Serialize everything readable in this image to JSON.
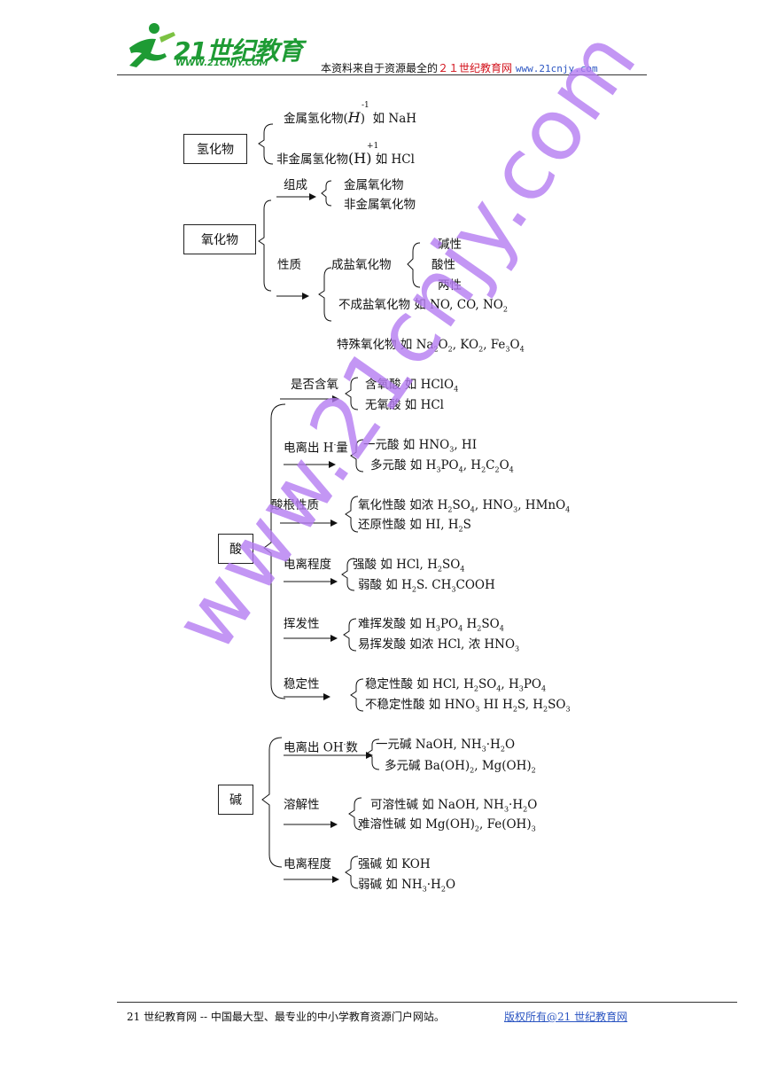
{
  "header": {
    "logo_text": "21世纪教育",
    "logo_url": "WWW.21CNJY.COM",
    "note_a": "本资料来自于资源最全的",
    "note_b": "２１世纪教育网",
    "note_c": "www.21cnjy.com"
  },
  "watermark": "www.21cnjy.com",
  "hydride": {
    "label": "氢化物",
    "metal": "金属氢化物",
    "metal_ox": "-1",
    "metal_el": "H",
    "metal_eg": "如 NaH",
    "nonmetal": "非金属氢化物",
    "nonmetal_ox": "+1",
    "nonmetal_el": "(H)",
    "nonmetal_eg": "如 HCl"
  },
  "oxide": {
    "label": "氧化物",
    "composition": "组成",
    "comp_items": [
      "金属氧化物",
      "非金属氧化物"
    ],
    "property": "性质",
    "salt_forming": "成盐氧化物",
    "salt_items": [
      "碱性",
      "酸性",
      "两性"
    ],
    "non_salt": "不成盐氧化物  如 NO,   CO,   NO",
    "special": "特殊氧化物 如 Na",
    "special_b": "O",
    "special_c": ",   KO",
    "special_d": ",   Fe",
    "special_e": "O"
  },
  "acid": {
    "label": "酸",
    "oxygen": "是否含氧",
    "oxy_items": [
      "含氧酸 如 HClO",
      "无氧酸 如 HCl"
    ],
    "ionize": "电离出 H",
    "ionize_b": "量",
    "mono": "一元酸 如 HNO",
    "mono_b": ", HI",
    "poly": "多元酸 如 H",
    "poly_b": "PO",
    "poly_c": ", H",
    "poly_d": "C",
    "poly_e": "O",
    "radical": "酸根性质",
    "oxid": "氧化性酸 如浓 H",
    "oxid_b": "SO",
    "oxid_c": ",   HNO",
    "oxid_d": ",   HMnO",
    "reduc": "还原性酸 如 HI,  H",
    "reduc_b": "S",
    "degree": "电离程度",
    "strong": "强酸 如 HCl,  H",
    "strong_b": "SO",
    "weak": "弱酸 如 H",
    "weak_b": "S.   CH",
    "weak_c": "COOH",
    "volatile": "挥发性",
    "nonvol": "难挥发酸 如 H",
    "nonvol_b": "PO",
    "nonvol_c": "  H",
    "nonvol_d": "SO",
    "vol": "易挥发酸 如浓 HCl,   浓 HNO",
    "stability": "稳定性",
    "stable": "稳定性酸 如 HCl,   H",
    "stable_b": "SO",
    "stable_c": ",   H",
    "stable_d": "PO",
    "unstable": "不稳定性酸 如 HNO",
    "unstable_b": "   HI",
    "unstable_c": "  H",
    "unstable_d": "S,   H",
    "unstable_e": "SO"
  },
  "base": {
    "label": "碱",
    "ionize": "电离出 OH",
    "ionize_b": "数",
    "mono": "一元碱 NaOH,   NH",
    "mono_b": "·H",
    "mono_c": "O",
    "poly": "多元碱 Ba(OH)",
    "poly_b": ",   Mg(OH)",
    "solubility": "溶解性",
    "soluble": "可溶性碱 如 NaOH,   NH",
    "soluble_b": "·H",
    "soluble_c": "O",
    "insoluble": "难溶性碱 如 Mg(OH)",
    "insoluble_b": ",   Fe(OH)",
    "degree": "电离程度",
    "strong": "强碱 如 KOH",
    "weak": "弱碱 如 NH",
    "weak_b": "·H",
    "weak_c": "O"
  },
  "sub": {
    "two": "2",
    "three": "3",
    "four": "4",
    "minus": "-"
  },
  "footer": {
    "left": "21 世纪教育网 -- 中国最大型、最专业的中小学教育资源门户网站。",
    "right": "版权所有@21 世纪教育网"
  }
}
